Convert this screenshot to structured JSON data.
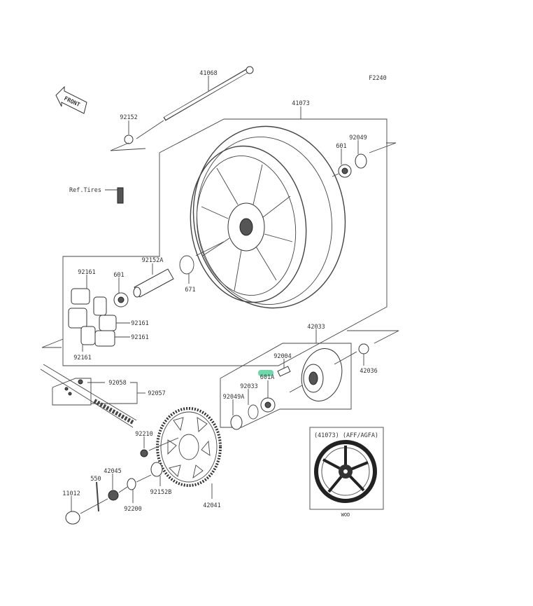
{
  "diagram": {
    "figure_code": "F2240",
    "front_marker": "FRONT",
    "labels": {
      "axle": "41068",
      "wheel": "41073",
      "collar_left": "92152",
      "bearing_right": "601",
      "seal_right": "92049",
      "valve": "Ref.Tires",
      "collar_center": "92152A",
      "oring": "671",
      "damper_top": "92161",
      "bearing_left": "601",
      "damper_mid": "92161",
      "damper_low": "92161",
      "damper_bottom": "92161",
      "coupling": "42033",
      "stud": "92004",
      "bearing_coupling": "601A",
      "collar_coupling": "42036",
      "circlip": "92033",
      "seal_coupling": "92049A",
      "chain_link": "92058",
      "chain": "92057",
      "sprocket_nut": "92210",
      "axle_nut": "42045",
      "cotter_pin": "550",
      "cap": "11012",
      "collar_sprocket": "92152B",
      "washer": "92200",
      "sprocket": "42041"
    },
    "inset": {
      "title": "(41073) (AFF/AGFA)",
      "caption": "WOD"
    },
    "highlight_color": "#5fd3a0"
  }
}
